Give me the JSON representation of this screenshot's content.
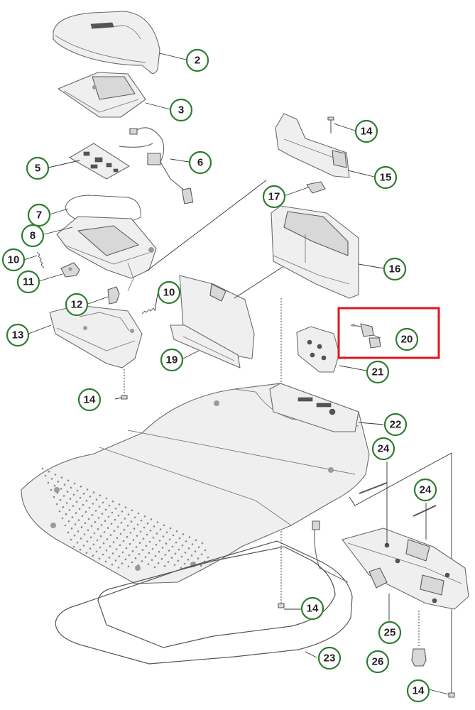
{
  "highlight": {
    "color": "#e0161b",
    "part": "20"
  },
  "callout_color": "#2e7d32",
  "callouts": [
    {
      "id": "c2",
      "label": "2"
    },
    {
      "id": "c3",
      "label": "3"
    },
    {
      "id": "c5",
      "label": "5"
    },
    {
      "id": "c6",
      "label": "6"
    },
    {
      "id": "c7",
      "label": "7"
    },
    {
      "id": "c8",
      "label": "8"
    },
    {
      "id": "c10a",
      "label": "10"
    },
    {
      "id": "c11",
      "label": "11"
    },
    {
      "id": "c12",
      "label": "12"
    },
    {
      "id": "c10b",
      "label": "10"
    },
    {
      "id": "c13",
      "label": "13"
    },
    {
      "id": "c14a",
      "label": "14"
    },
    {
      "id": "c14b",
      "label": "14"
    },
    {
      "id": "c15",
      "label": "15"
    },
    {
      "id": "c16",
      "label": "16"
    },
    {
      "id": "c17",
      "label": "17"
    },
    {
      "id": "c19",
      "label": "19"
    },
    {
      "id": "c20",
      "label": "20"
    },
    {
      "id": "c21",
      "label": "21"
    },
    {
      "id": "c22",
      "label": "22"
    },
    {
      "id": "c23",
      "label": "23"
    },
    {
      "id": "c24a",
      "label": "24"
    },
    {
      "id": "c24b",
      "label": "24"
    },
    {
      "id": "c25",
      "label": "25"
    },
    {
      "id": "c26",
      "label": "26"
    },
    {
      "id": "c14c",
      "label": "14"
    },
    {
      "id": "c14d",
      "label": "14"
    }
  ]
}
